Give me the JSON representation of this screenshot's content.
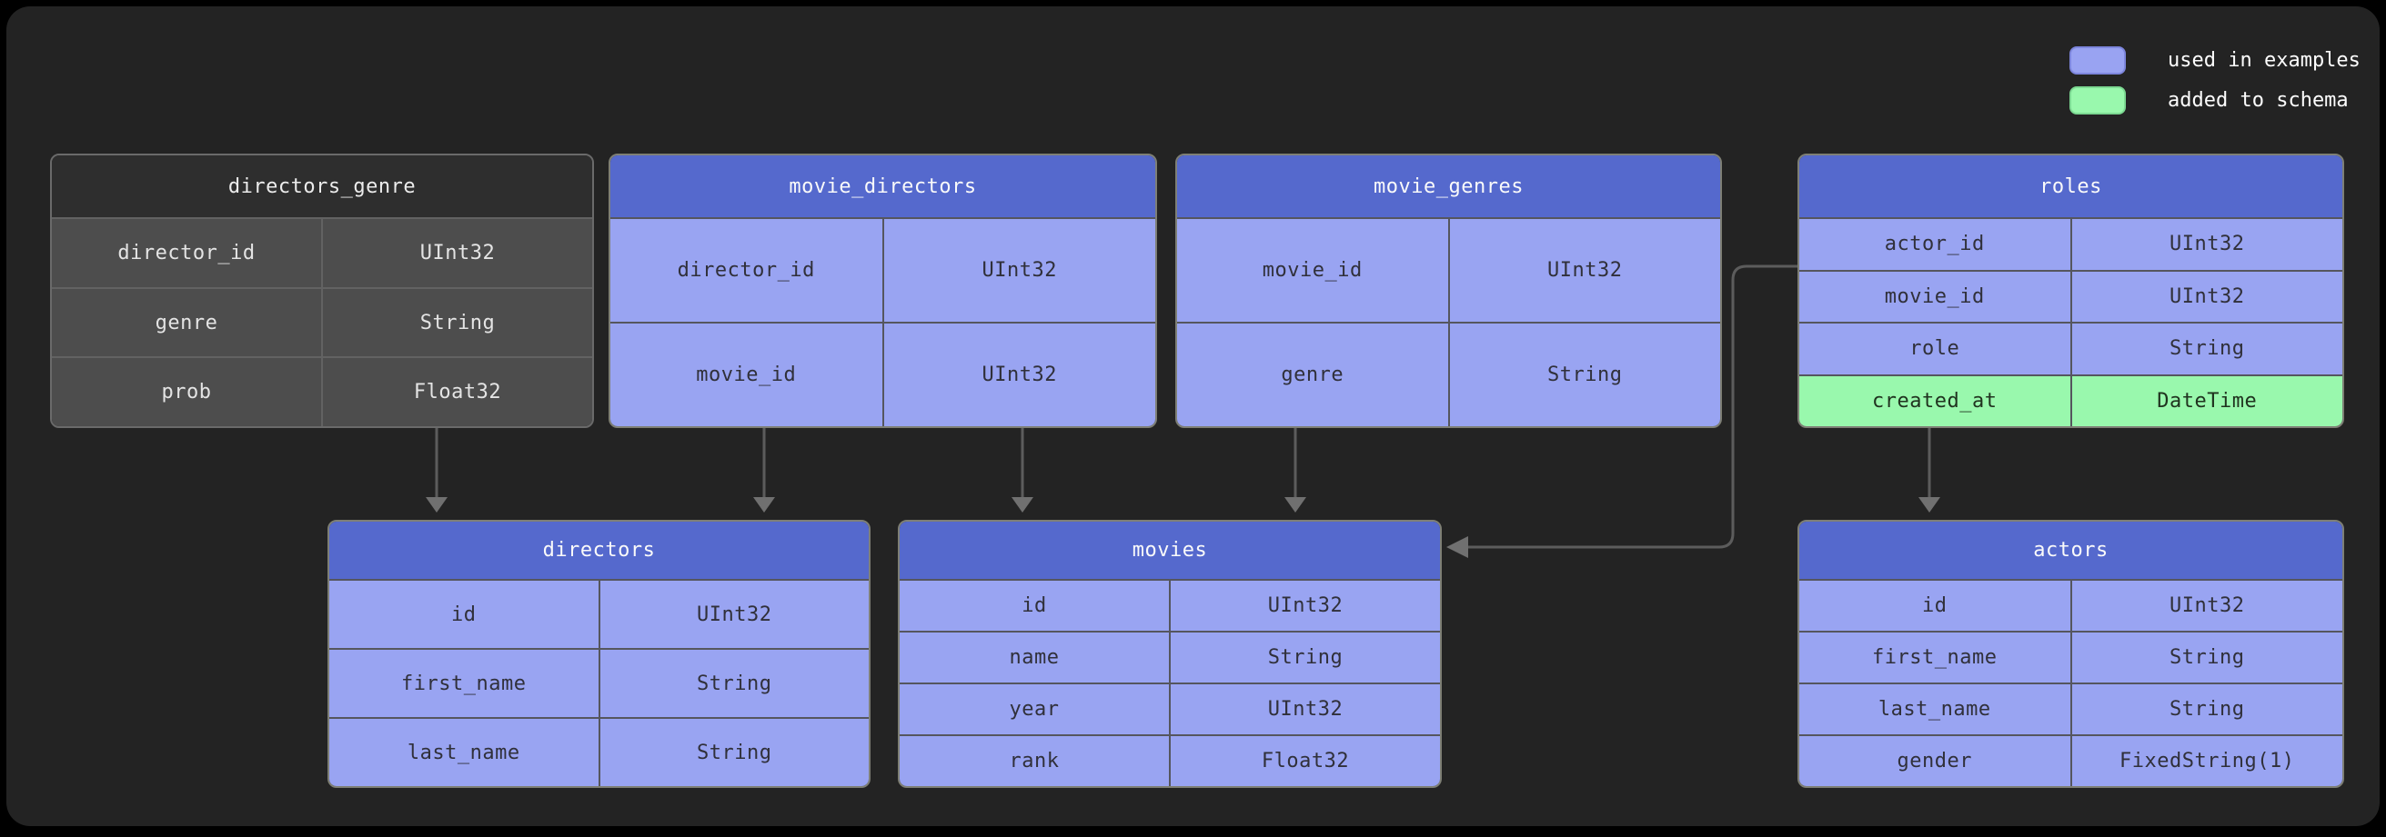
{
  "legend": {
    "items": [
      {
        "label": "used in examples",
        "color": "#99a3f2",
        "meaning": "example-table"
      },
      {
        "label": "added to schema",
        "color": "#99f8ad",
        "meaning": "added-column"
      }
    ]
  },
  "diagram": {
    "tables": [
      {
        "name": "directors_genre",
        "style": "muted",
        "columns": [
          {
            "name": "director_id",
            "type": "UInt32"
          },
          {
            "name": "genre",
            "type": "String"
          },
          {
            "name": "prob",
            "type": "Float32"
          }
        ]
      },
      {
        "name": "movie_directors",
        "style": "used-in-examples",
        "columns": [
          {
            "name": "director_id",
            "type": "UInt32"
          },
          {
            "name": "movie_id",
            "type": "UInt32"
          }
        ]
      },
      {
        "name": "movie_genres",
        "style": "used-in-examples",
        "columns": [
          {
            "name": "movie_id",
            "type": "UInt32"
          },
          {
            "name": "genre",
            "type": "String"
          }
        ]
      },
      {
        "name": "roles",
        "style": "used-in-examples",
        "columns": [
          {
            "name": "actor_id",
            "type": "UInt32"
          },
          {
            "name": "movie_id",
            "type": "UInt32"
          },
          {
            "name": "role",
            "type": "String"
          },
          {
            "name": "created_at",
            "type": "DateTime",
            "status": "added to schema"
          }
        ]
      },
      {
        "name": "directors",
        "style": "used-in-examples",
        "columns": [
          {
            "name": "id",
            "type": "UInt32"
          },
          {
            "name": "first_name",
            "type": "String"
          },
          {
            "name": "last_name",
            "type": "String"
          }
        ]
      },
      {
        "name": "movies",
        "style": "used-in-examples",
        "columns": [
          {
            "name": "id",
            "type": "UInt32"
          },
          {
            "name": "name",
            "type": "String"
          },
          {
            "name": "year",
            "type": "UInt32"
          },
          {
            "name": "rank",
            "type": "Float32"
          }
        ]
      },
      {
        "name": "actors",
        "style": "used-in-examples",
        "columns": [
          {
            "name": "id",
            "type": "UInt32"
          },
          {
            "name": "first_name",
            "type": "String"
          },
          {
            "name": "last_name",
            "type": "String"
          },
          {
            "name": "gender",
            "type": "FixedString(1)"
          }
        ]
      }
    ],
    "relations": [
      {
        "from": "directors_genre",
        "to": "directors"
      },
      {
        "from": "movie_directors",
        "to": "directors"
      },
      {
        "from": "movie_directors",
        "to": "movies"
      },
      {
        "from": "movie_genres",
        "to": "movies"
      },
      {
        "from": "roles",
        "to": "movies"
      },
      {
        "from": "roles",
        "to": "actors"
      }
    ],
    "colors": {
      "background": "#232323",
      "example_header": "#5569cd",
      "example_row": "#99a4f2",
      "added_row": "#99f8ad",
      "muted_header": "#2e2e2e",
      "muted_row": "#4d4d4d",
      "arrow": "#5c5c5c"
    }
  }
}
